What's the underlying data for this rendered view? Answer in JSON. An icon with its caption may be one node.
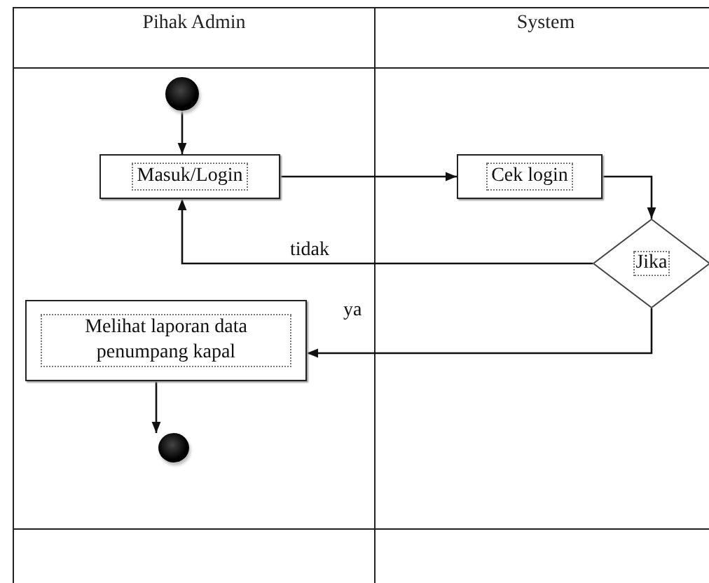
{
  "diagram": {
    "nodes": [
      {
        "text": [
          "Pihak Admin"
        ]
      },
      {
        "text": [
          "System"
        ]
      },
      {
        "text": [],
        "shape": "circle",
        "in": 0
      },
      {
        "text": [
          "Masuk/Login"
        ],
        "in": 0
      },
      {
        "text": [
          "Cek login"
        ],
        "in": 1
      },
      {
        "text": [
          "Jika"
        ],
        "in": 1
      },
      {
        "text": [
          "Melihat laporan data penumpang kapal"
        ],
        "in": 0
      },
      {
        "text": [],
        "shape": "circle",
        "in": 0
      }
    ],
    "edges": [
      {
        "from": 2,
        "to": 3,
        "arrow": "to"
      },
      {
        "from": 3,
        "to": 4,
        "arrow": "to"
      },
      {
        "from": 4,
        "to": 5,
        "arrow": "to"
      },
      {
        "from": 5,
        "to": 3,
        "arrow": "to",
        "label": "tidak"
      },
      {
        "from": 5,
        "to": 6,
        "arrow": "to",
        "label": "ya"
      },
      {
        "from": 6,
        "to": 7,
        "arrow": "to"
      }
    ]
  }
}
